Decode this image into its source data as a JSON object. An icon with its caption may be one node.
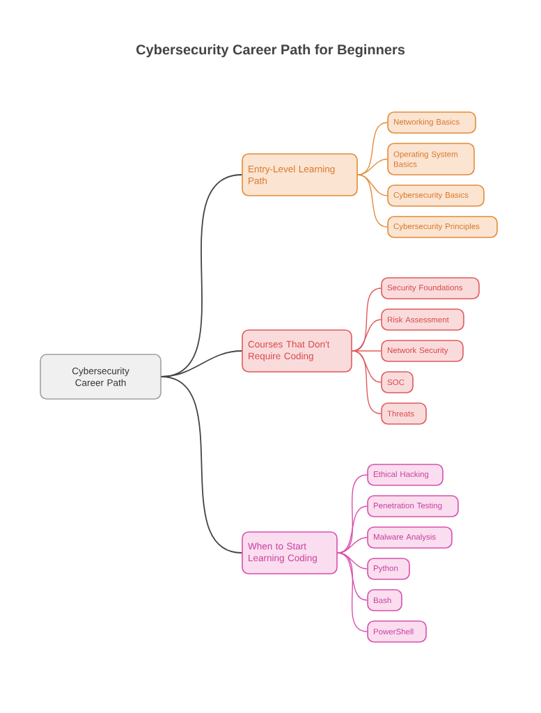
{
  "diagram": {
    "title": "Cybersecurity Career Path for Beginners",
    "nodes": [
      {
        "text": [
          "Cybersecurity Career Path"
        ]
      },
      {
        "text": [
          "Entry-Level Learning Path"
        ]
      },
      {
        "text": [
          "Networking Basics"
        ]
      },
      {
        "text": [
          "Operating System Basics"
        ]
      },
      {
        "text": [
          "Cybersecurity Basics"
        ]
      },
      {
        "text": [
          "Cybersecurity Principles"
        ]
      },
      {
        "text": [
          "Courses That Don't Require Coding"
        ]
      },
      {
        "text": [
          "Security Foundations"
        ]
      },
      {
        "text": [
          "Risk Assessment"
        ]
      },
      {
        "text": [
          "Network Security"
        ]
      },
      {
        "text": [
          "SOC"
        ]
      },
      {
        "text": [
          "Threats"
        ]
      },
      {
        "text": [
          "When to Start Learning Coding"
        ]
      },
      {
        "text": [
          "Ethical Hacking"
        ]
      },
      {
        "text": [
          "Penetration Testing"
        ]
      },
      {
        "text": [
          "Malware Analysis"
        ]
      },
      {
        "text": [
          "Python"
        ]
      },
      {
        "text": [
          "Bash"
        ]
      },
      {
        "text": [
          "PowerShell"
        ]
      }
    ],
    "edges": [
      {
        "from": 0,
        "to": 1,
        "arrow": "none",
        "color": "#444444"
      },
      {
        "from": 1,
        "to": 2,
        "arrow": "none",
        "color": "#e38b34"
      },
      {
        "from": 1,
        "to": 3,
        "arrow": "none",
        "color": "#e38b34"
      },
      {
        "from": 1,
        "to": 4,
        "arrow": "none",
        "color": "#e38b34"
      },
      {
        "from": 1,
        "to": 5,
        "arrow": "none",
        "color": "#e38b34"
      },
      {
        "from": 0,
        "to": 6,
        "arrow": "none",
        "color": "#444444"
      },
      {
        "from": 6,
        "to": 7,
        "arrow": "none",
        "color": "#e05a5a"
      },
      {
        "from": 6,
        "to": 8,
        "arrow": "none",
        "color": "#e05a5a"
      },
      {
        "from": 6,
        "to": 9,
        "arrow": "none",
        "color": "#e05a5a"
      },
      {
        "from": 6,
        "to": 10,
        "arrow": "none",
        "color": "#e05a5a"
      },
      {
        "from": 6,
        "to": 11,
        "arrow": "none",
        "color": "#e05a5a"
      },
      {
        "from": 0,
        "to": 12,
        "arrow": "none",
        "color": "#444444"
      },
      {
        "from": 12,
        "to": 13,
        "arrow": "none",
        "color": "#d94fae"
      },
      {
        "from": 12,
        "to": 14,
        "arrow": "none",
        "color": "#d94fae"
      },
      {
        "from": 12,
        "to": 15,
        "arrow": "none",
        "color": "#d94fae"
      },
      {
        "from": 12,
        "to": 16,
        "arrow": "none",
        "color": "#d94fae"
      },
      {
        "from": 12,
        "to": 17,
        "arrow": "none",
        "color": "#d94fae"
      },
      {
        "from": 12,
        "to": 18,
        "arrow": "none",
        "color": "#d94fae"
      }
    ]
  }
}
